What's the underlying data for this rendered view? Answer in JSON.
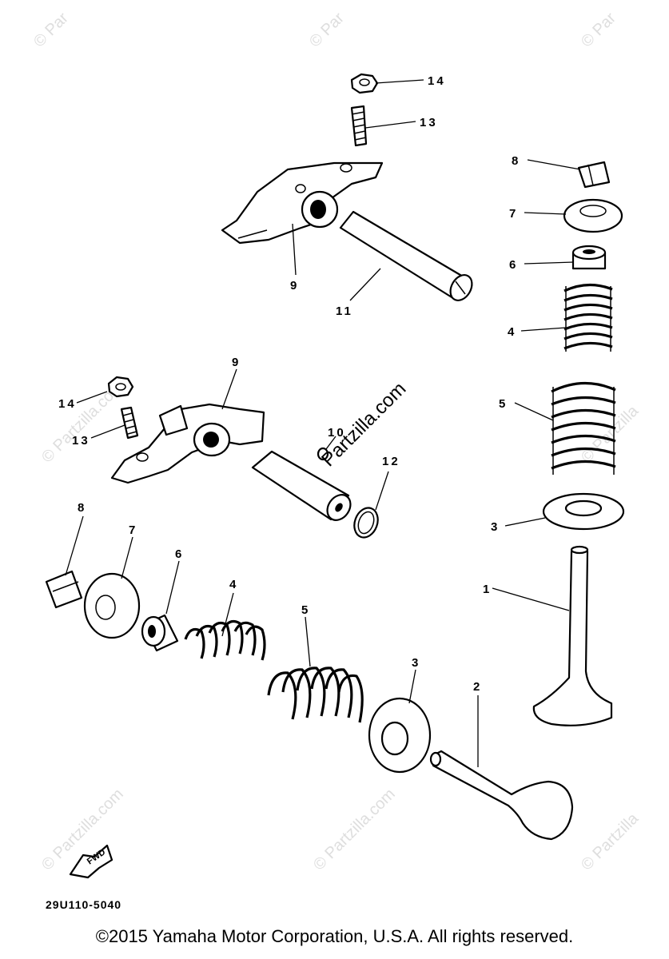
{
  "watermark": {
    "text": "Partzilla.com"
  },
  "diagram": {
    "direction_marker": "FWD",
    "drawing_code": "29U110-5040",
    "callouts": {
      "c14a": "14",
      "c13a": "13",
      "c9a": "9",
      "c11": "11",
      "c8r": "8",
      "c7r": "7",
      "c6r": "6",
      "c4r": "4",
      "c5r": "5",
      "c3r": "3",
      "c1": "1",
      "c9b": "9",
      "c14b": "14",
      "c13b": "13",
      "c10": "10",
      "c12": "12",
      "c8l": "8",
      "c7l": "7",
      "c6l": "6",
      "c4l": "4",
      "c5l": "5",
      "c3l": "3",
      "c2": "2"
    }
  },
  "footer": {
    "copyright": "©2015 Yamaha Motor Corporation, U.S.A. All rights reserved."
  }
}
